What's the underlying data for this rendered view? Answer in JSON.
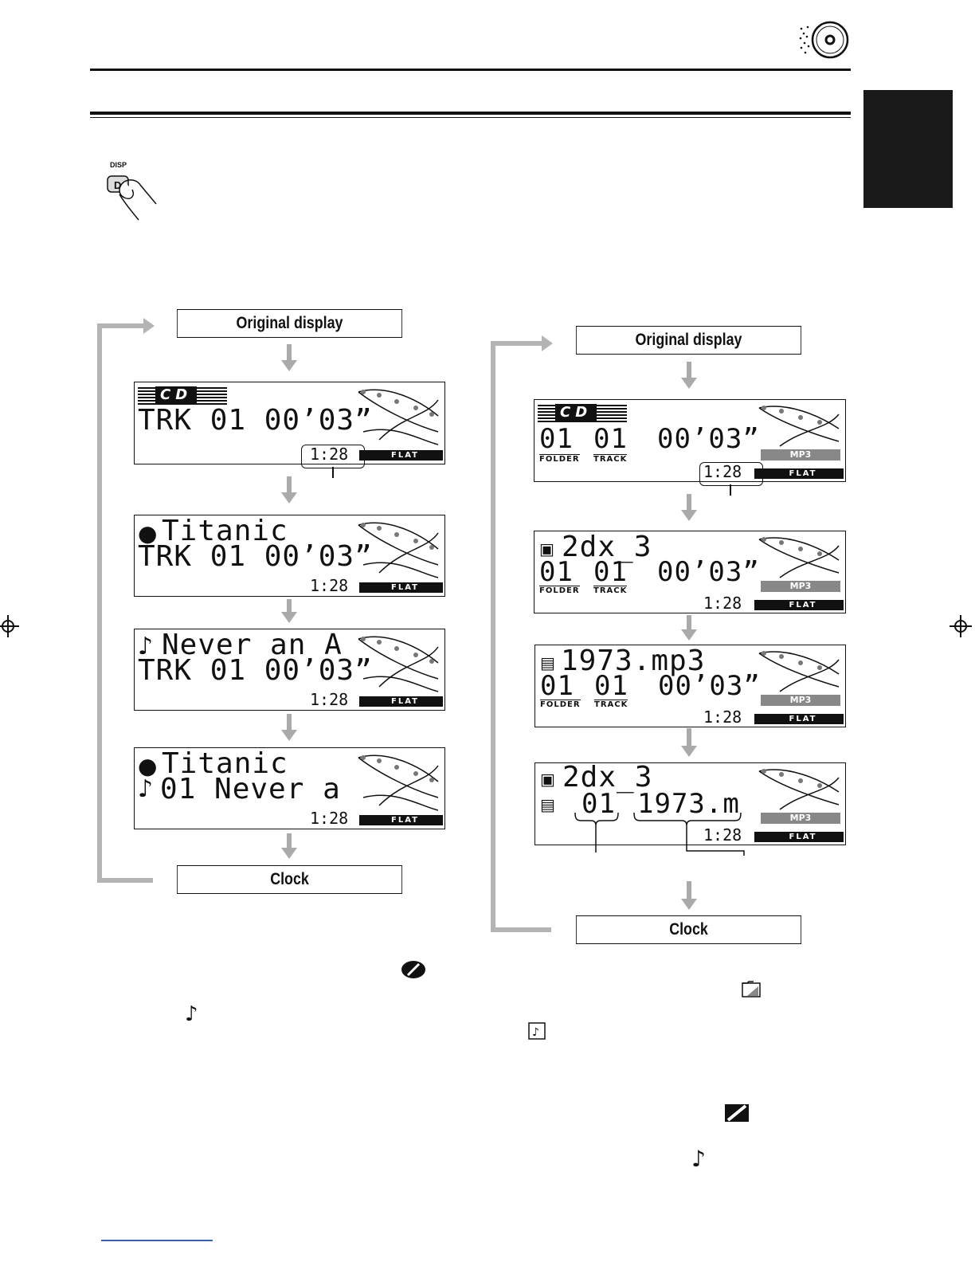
{
  "disp_button": {
    "label": "DISP",
    "key": "D"
  },
  "left_flow": {
    "top_label": "Original display",
    "bottom_label": "Clock",
    "screens": [
      {
        "line1": "TRK 01 00’03”",
        "time": "1:28",
        "eq": "FLAT",
        "badge": "CD"
      },
      {
        "line1": "Titanic",
        "line2": "TRK 01 00’03”",
        "time": "1:28",
        "eq": "FLAT"
      },
      {
        "line1": "Never an A",
        "line2": "TRK 01 00’03”",
        "time": "1:28",
        "eq": "FLAT"
      },
      {
        "line1": "Titanic",
        "line2": "01 Never a",
        "time": "1:28",
        "eq": "FLAT"
      }
    ]
  },
  "right_flow": {
    "top_label": "Original display",
    "bottom_label": "Clock",
    "screens": [
      {
        "folder": "01",
        "track": "01",
        "elapsed": "00’03”",
        "folder_label": "FOLDER",
        "track_label": "TRACK",
        "time": "1:28",
        "eq": "FLAT",
        "format": "MP3",
        "badge": "CD"
      },
      {
        "line1": "2dx_3",
        "folder": "01",
        "track": "01",
        "elapsed": "00’03”",
        "folder_label": "FOLDER",
        "track_label": "TRACK",
        "time": "1:28",
        "eq": "FLAT",
        "format": "MP3"
      },
      {
        "line1": "1973.mp3",
        "folder": "01",
        "track": "01",
        "elapsed": "00’03”",
        "folder_label": "FOLDER",
        "track_label": "TRACK",
        "time": "1:28",
        "eq": "FLAT",
        "format": "MP3"
      },
      {
        "line1": "2dx_3",
        "track": "01",
        "name": "1973.m",
        "time": "1:28",
        "eq": "FLAT",
        "format": "MP3"
      }
    ]
  },
  "icons": {
    "disc": "disc-icon",
    "note": "music-note-icon",
    "folder": "folder-icon",
    "file": "file-icon",
    "cd_logo": "cd-logo-icon"
  }
}
